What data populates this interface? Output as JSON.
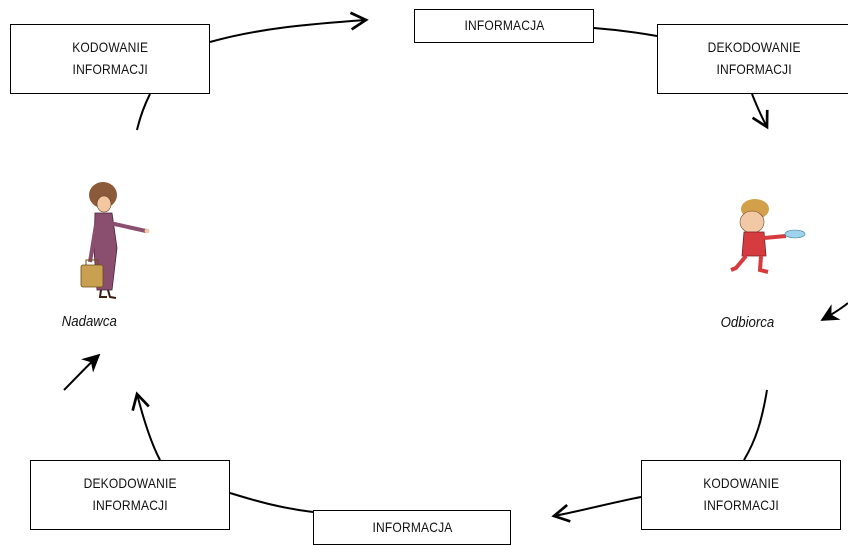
{
  "diagram": {
    "boxes": {
      "top_left": "KODOWANIE\nINFORMACJI",
      "top_middle": "INFORMACJA",
      "top_right": "DEKODOWANIE\nINFORMACJI",
      "bottom_left": "DEKODOWANIE\nINFORMACJI",
      "bottom_middle": "INFORMACJA",
      "bottom_right": "KODOWANIE\nINFORMACJI"
    },
    "labels": {
      "sender": "Nadawca",
      "receiver": "Odbiorca"
    }
  }
}
